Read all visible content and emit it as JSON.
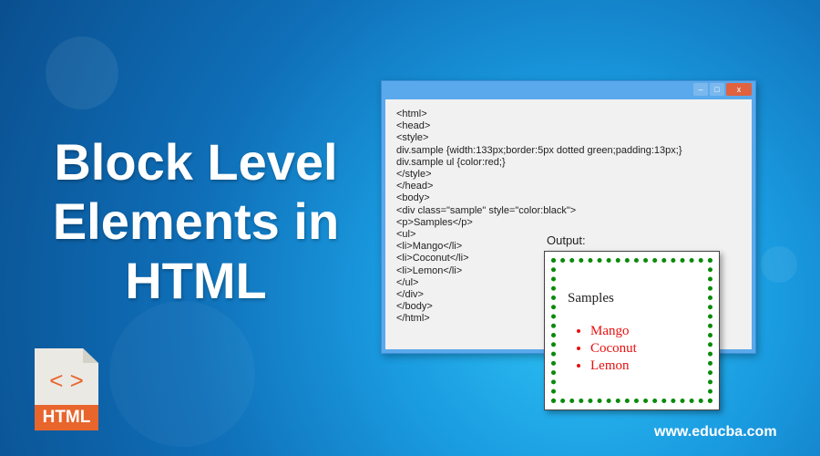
{
  "title": {
    "line1": "Block Level",
    "line2": "Elements in",
    "line3": "HTML"
  },
  "window": {
    "controls": {
      "minimize": "–",
      "maximize": "□",
      "close": "x"
    },
    "code_lines": [
      "<html>",
      "<head>",
      "<style>",
      "div.sample {width:133px;border:5px dotted green;padding:13px;}",
      "div.sample ul {color:red;}",
      "</style>",
      "</head>",
      "<body>",
      "<div class=\"sample\" style=\"color:black\">",
      "<p>Samples</p>",
      "<ul>",
      "<li>Mango</li>",
      "<li>Coconut</li>",
      "<li>Lemon</li>",
      "</ul>",
      "</div>",
      "</body>",
      "</html>"
    ]
  },
  "output": {
    "label": "Output:",
    "paragraph": "Samples",
    "items": [
      "Mango",
      "Coconut",
      "Lemon"
    ]
  },
  "file_icon": {
    "glyph": "< >",
    "label": "HTML"
  },
  "website": "www.educba.com",
  "colors": {
    "accent": "#e8652c",
    "border": "#0a8a0a",
    "list": "#e81010"
  }
}
